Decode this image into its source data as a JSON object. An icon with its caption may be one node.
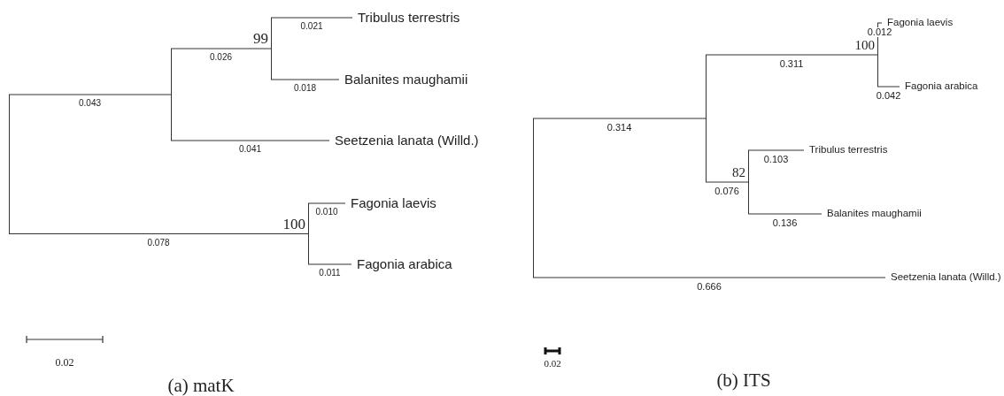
{
  "diagram": {
    "nodes": [
      {
        "text": [],
        "shape": "bar"
      },
      {
        "text": [],
        "shape": "bar"
      },
      {
        "text": [],
        "shape": "bar",
        "beside": [
          "99"
        ]
      },
      {
        "text": [
          "Tribulus terrestris"
        ]
      },
      {
        "text": [
          "Balanites maughamii"
        ]
      },
      {
        "text": [
          "Seetzenia lanata (Willd.)"
        ]
      },
      {
        "text": [],
        "shape": "bar",
        "beside": [
          "100"
        ]
      },
      {
        "text": [
          "Fagonia laevis"
        ]
      },
      {
        "text": [
          "Fagonia arabica"
        ]
      },
      {
        "text": [],
        "shape": "bar"
      },
      {
        "text": [],
        "shape": "bar"
      },
      {
        "text": [],
        "shape": "bar",
        "beside": [
          "100"
        ]
      },
      {
        "text": [
          "Fagonia laevis"
        ]
      },
      {
        "text": [
          "Fagonia arabica"
        ]
      },
      {
        "text": [],
        "shape": "bar",
        "beside": [
          "82"
        ]
      },
      {
        "text": [
          "Tribulus terrestris"
        ]
      },
      {
        "text": [
          "Balanites maughamii"
        ]
      },
      {
        "text": [
          "Seetzenia lanata (Willd.)"
        ]
      }
    ],
    "edges": [
      {
        "from": 0,
        "to": 1,
        "arrow": "none",
        "label": "0.043"
      },
      {
        "from": 1,
        "to": 2,
        "arrow": "none",
        "label": "0.026"
      },
      {
        "from": 2,
        "to": 3,
        "arrow": "none",
        "label": "0.021"
      },
      {
        "from": 2,
        "to": 4,
        "arrow": "none",
        "label": "0.018"
      },
      {
        "from": 1,
        "to": 5,
        "arrow": "none",
        "label": "0.041"
      },
      {
        "from": 0,
        "to": 6,
        "arrow": "none",
        "label": "0.078"
      },
      {
        "from": 6,
        "to": 7,
        "arrow": "none",
        "label": "0.010"
      },
      {
        "from": 6,
        "to": 8,
        "arrow": "none",
        "label": "0.011"
      },
      {
        "from": 9,
        "to": 10,
        "arrow": "none",
        "label": "0.314"
      },
      {
        "from": 10,
        "to": 11,
        "arrow": "none",
        "label": "0.311"
      },
      {
        "from": 11,
        "to": 12,
        "arrow": "none",
        "label": "0.012"
      },
      {
        "from": 11,
        "to": 13,
        "arrow": "none",
        "label": "0.042"
      },
      {
        "from": 10,
        "to": 14,
        "arrow": "none",
        "label": "0.076"
      },
      {
        "from": 14,
        "to": 15,
        "arrow": "none",
        "label": "0.103"
      },
      {
        "from": 14,
        "to": 16,
        "arrow": "none",
        "label": "0.136"
      },
      {
        "from": 9,
        "to": 17,
        "arrow": "none",
        "label": "0.666"
      }
    ],
    "labels": [
      "0.02",
      "0.02",
      "(a) matK",
      "(b) ITS"
    ]
  }
}
